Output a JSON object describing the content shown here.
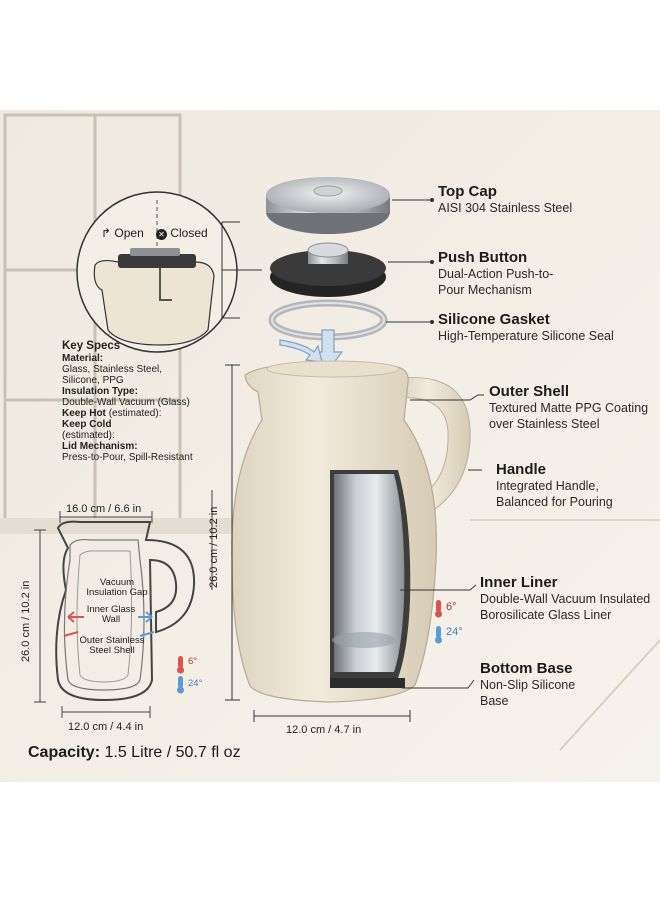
{
  "inset": {
    "open_label": "Open",
    "closed_label": "Closed"
  },
  "specs": {
    "heading": "Key Specs",
    "material_label": "Material:",
    "material_value": "Glass, Stainless Steel, Silicone, PPG",
    "insulation_label": "Insulation Type:",
    "insulation_value": "Double-Wall Vacuum (Glass)",
    "keep_hot_label": "Keep Hot",
    "keep_hot_note": "(estimated):",
    "keep_cold_label": "Keep Cold",
    "keep_cold_note": "(estimated):",
    "lid_label": "Lid Mechanism:",
    "lid_value": "Press-to-Pour, Spill-Resistant"
  },
  "cutaway": {
    "width_top": "16.0 cm / 6.6 in",
    "height_left": "26.0 cm / 10.2 in",
    "width_bottom": "12.0 cm / 4.4 in",
    "vacuum_gap": "Vacuum Insulation Gap",
    "inner_wall": "Inner Glass Wall",
    "outer_shell": "Outer Stainless Steel Shell",
    "hot_temp": "6°",
    "cold_temp": "24°"
  },
  "main": {
    "height": "26.0 cm / 10.2 in",
    "width": "12.0 cm / 4.7 in",
    "hot_temp": "6°",
    "cold_temp": "24°"
  },
  "parts": [
    {
      "title": "Top Cap",
      "desc": "AISI 304 Stainless Steel"
    },
    {
      "title": "Push Button",
      "desc": "Dual-Action Push-to-Pour Mechanism"
    },
    {
      "title": "Silicone Gasket",
      "desc": "High-Temperature Silicone Seal"
    },
    {
      "title": "Outer Shell",
      "desc": "Textured Matte PPG Coating over Stainless Steel"
    },
    {
      "title": "Handle",
      "desc": "Integrated Handle, Balanced for Pouring"
    },
    {
      "title": "Inner Liner",
      "desc": "Double-Wall Vacuum Insulated Borosilicate Glass Liner"
    },
    {
      "title": "Bottom Base",
      "desc": "Non-Slip Silicone Base"
    }
  ],
  "capacity": {
    "label": "Capacity:",
    "value": "1.5 Litre / 50.7 fl oz"
  },
  "colors": {
    "background": "#f3eee6",
    "shell": "#ece4d3",
    "steel": "#b9bcc0",
    "hot": "#d9534f",
    "cold": "#5b9bd5"
  }
}
